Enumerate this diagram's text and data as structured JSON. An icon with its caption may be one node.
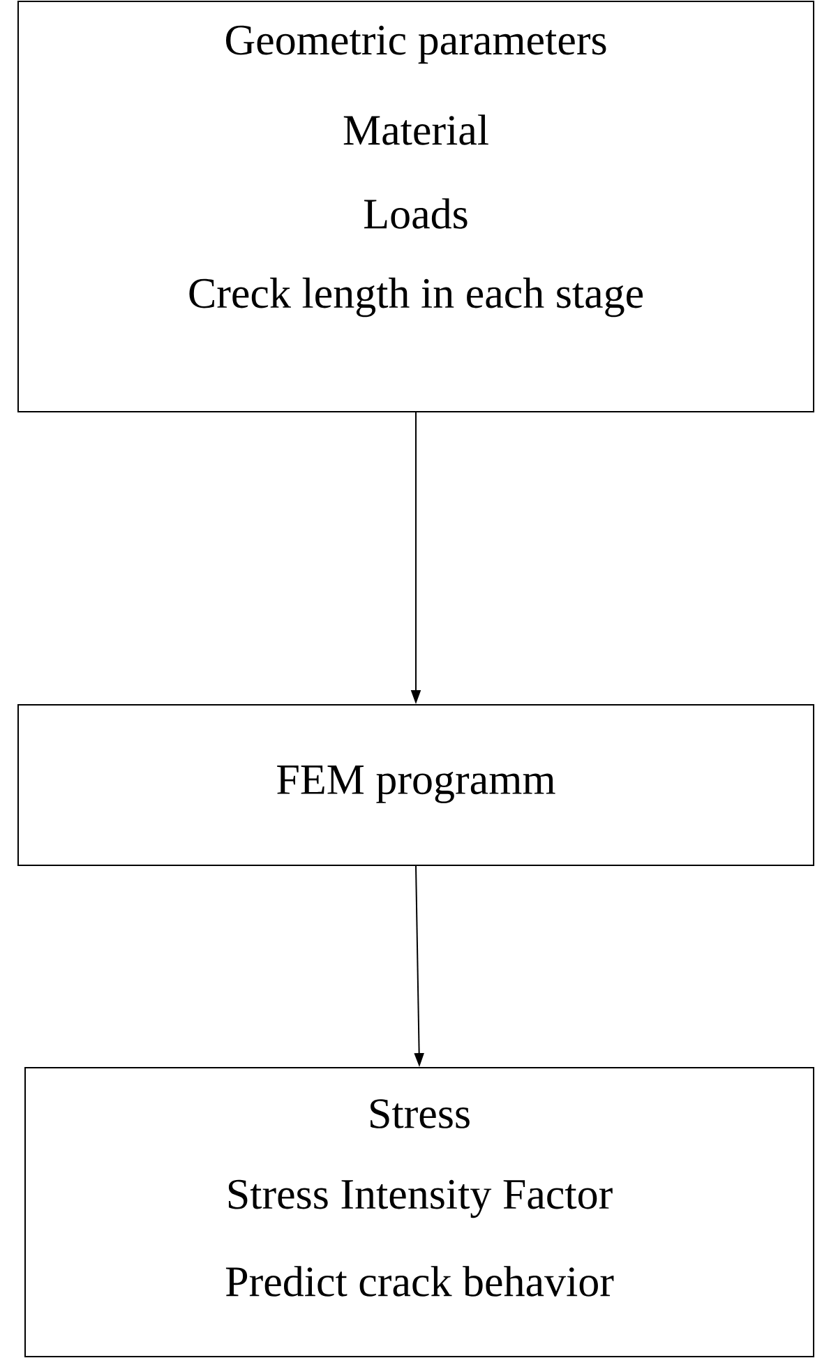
{
  "diagram": {
    "nodes": [
      {
        "text": [
          "Geometric parameters",
          "Material",
          "Loads",
          "Creck length in each stage"
        ]
      },
      {
        "text": [
          "FEM programm"
        ]
      },
      {
        "text": [
          "Stress",
          "Stress Intensity Factor",
          "Predict crack behavior"
        ]
      }
    ],
    "edges": [
      {
        "from": 0,
        "to": 1,
        "arrow": "to"
      },
      {
        "from": 1,
        "to": 2,
        "arrow": "to"
      }
    ]
  }
}
